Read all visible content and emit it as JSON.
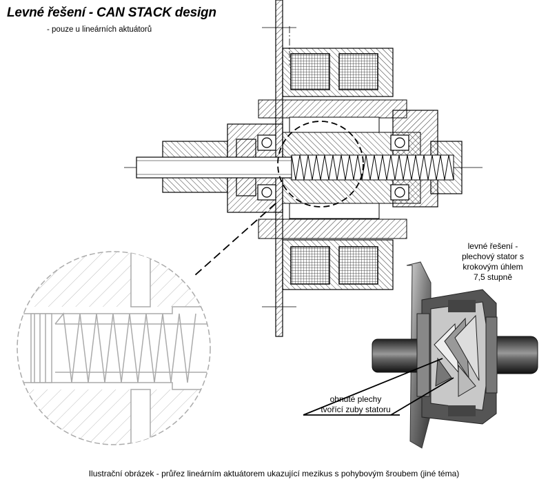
{
  "title": "Levné řešení - CAN STACK design",
  "subtitle": "- pouze u lineárních aktuátorů",
  "annotation_stator": {
    "line1": "levné řešení -",
    "line2": "plechový stator s",
    "line3": "krokovým úhlem",
    "line4": "7,5 stupně"
  },
  "annotation_teeth": {
    "line1": "ohnuté plechy",
    "line2": "tvořící zuby statoru"
  },
  "caption": "Ilustrační obrázek - průřez lineárním aktuátorem ukazující mezikus s pohybovým šroubem (jiné téma)"
}
